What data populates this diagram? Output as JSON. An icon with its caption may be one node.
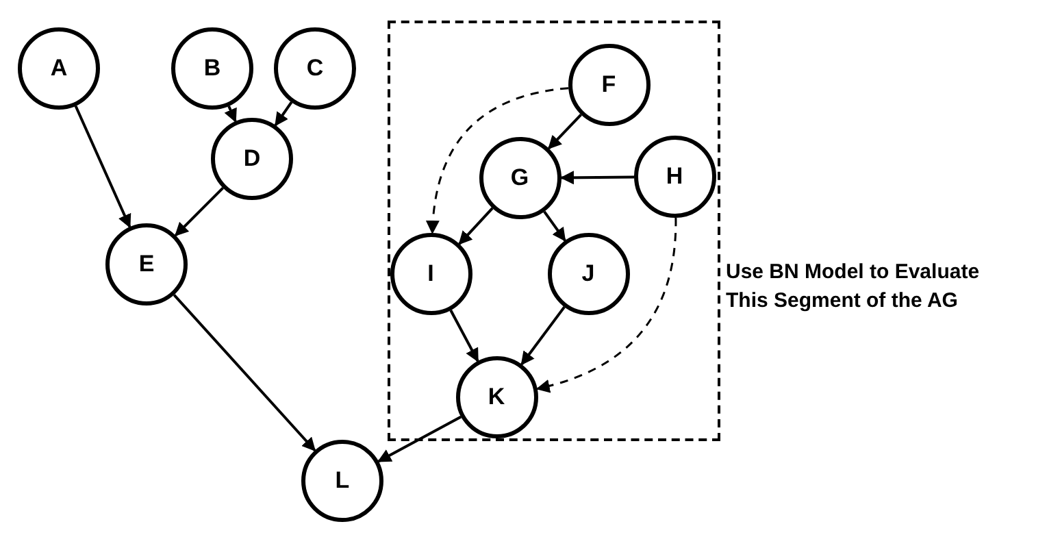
{
  "diagram": {
    "nodes": [
      {
        "text": [
          "A"
        ]
      },
      {
        "text": [
          "B"
        ]
      },
      {
        "text": [
          "C"
        ]
      },
      {
        "text": [
          "D"
        ]
      },
      {
        "text": [
          "E"
        ]
      },
      {
        "text": [],
        "shape": "box",
        "beside": [
          "Use BN Model to Evaluate This Segment of the AG"
        ]
      },
      {
        "text": [
          "F"
        ],
        "in": 5
      },
      {
        "text": [
          "G"
        ],
        "in": 5
      },
      {
        "text": [
          "H"
        ],
        "in": 5
      },
      {
        "text": [
          "I"
        ],
        "in": 5
      },
      {
        "text": [
          "J"
        ],
        "in": 5
      },
      {
        "text": [
          "K"
        ],
        "in": 5
      },
      {
        "text": [
          "L"
        ]
      }
    ],
    "edges": [
      {
        "from": 0,
        "to": 4,
        "arrow": "to"
      },
      {
        "from": 1,
        "to": 3,
        "arrow": "to"
      },
      {
        "from": 2,
        "to": 3,
        "arrow": "to"
      },
      {
        "from": 3,
        "to": 4,
        "arrow": "to"
      },
      {
        "from": 4,
        "to": 12,
        "arrow": "to"
      },
      {
        "from": 6,
        "to": 7,
        "arrow": "to"
      },
      {
        "from": 8,
        "to": 7,
        "arrow": "to"
      },
      {
        "from": 7,
        "to": 9,
        "arrow": "to"
      },
      {
        "from": 7,
        "to": 10,
        "arrow": "to"
      },
      {
        "from": 9,
        "to": 11,
        "arrow": "to"
      },
      {
        "from": 10,
        "to": 11,
        "arrow": "to"
      },
      {
        "from": 11,
        "to": 12,
        "arrow": "to"
      },
      {
        "from": 6,
        "to": 9,
        "arrow": "to",
        "style": "dashed"
      },
      {
        "from": 8,
        "to": 11,
        "arrow": "to",
        "style": "dashed"
      }
    ]
  }
}
